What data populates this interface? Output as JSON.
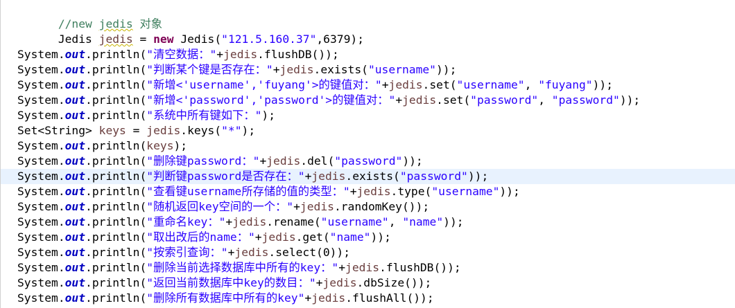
{
  "editor": {
    "comment_prefix": "//new ",
    "comment_word": "jedis",
    "comment_suffix": " 对象",
    "decl": {
      "type": "Jedis ",
      "var": "jedis",
      "eq": " = ",
      "kw_new": "new",
      "ctor": " Jedis(",
      "host": "\"121.5.160.37\"",
      "rest": ",6379);"
    },
    "sys": "System.",
    "out": "out",
    "println": ".println(",
    "jedis": "jedis",
    "keys_var": "keys",
    "lines": [
      {
        "s1": "\"清空数据：\"",
        "p1": "+",
        "p2": ".flushDB());"
      },
      {
        "s1": "\"判断某个键是否存在：\"",
        "p1": "+",
        "p2": ".exists(",
        "s2": "\"username\"",
        "p3": "));"
      },
      {
        "s1": "\"新增<'username','fuyang'>的键值对：\"",
        "p1": "+",
        "p2": ".set(",
        "s2": "\"username\"",
        "p3": ", ",
        "s3": "\"fuyang\"",
        "p4": "));"
      },
      {
        "s1": "\"新增<'password','password'>的键值对：\"",
        "p1": "+",
        "p2": ".set(",
        "s2": "\"password\"",
        "p3": ", ",
        "s3": "\"password\"",
        "p4": "));"
      },
      {
        "s1": "\"系统中所有键如下：\"",
        "p1": ");"
      },
      {
        "decl_type": "Set<String> ",
        "decl_eq": " = ",
        "p2": ".keys(",
        "s2": "\"*\"",
        "p3": ");"
      },
      {
        "p1": ");"
      },
      {
        "s1": "\"删除键password：\"",
        "p1": "+",
        "p2": ".del(",
        "s2": "\"password\"",
        "p3": "));"
      },
      {
        "s1": "\"判断键password是否存在：\"",
        "p1": "+",
        "p2": ".exists(",
        "s2": "\"password\"",
        "p3": "));"
      },
      {
        "s1": "\"查看键username所存储的值的类型：\"",
        "p1": "+",
        "p2": ".type(",
        "s2": "\"username\"",
        "p3": "));"
      },
      {
        "s1": "\"随机返回key空间的一个：\"",
        "p1": "+",
        "p2": ".randomKey());"
      },
      {
        "s1": "\"重命名key：\"",
        "p1": "+",
        "p2": ".rename(",
        "s2": "\"username\"",
        "p3": ", ",
        "s3": "\"name\"",
        "p4": "));"
      },
      {
        "s1": "\"取出改后的name：\"",
        "p1": "+",
        "p2": ".get(",
        "s2": "\"name\"",
        "p3": "));"
      },
      {
        "s1": "\"按索引查询：\"",
        "p1": "+",
        "p2": ".select(0));"
      },
      {
        "s1": "\"删除当前选择数据库中所有的key：\"",
        "p1": "+",
        "p2": ".flushDB());"
      },
      {
        "s1": "\"返回当前数据库中key的数目：\"",
        "p1": "+",
        "p2": ".dbSize());"
      },
      {
        "s1": "\"删除所有数据库中所有的key\"",
        "p1": "+",
        "p2": ".flushAll());"
      }
    ]
  }
}
